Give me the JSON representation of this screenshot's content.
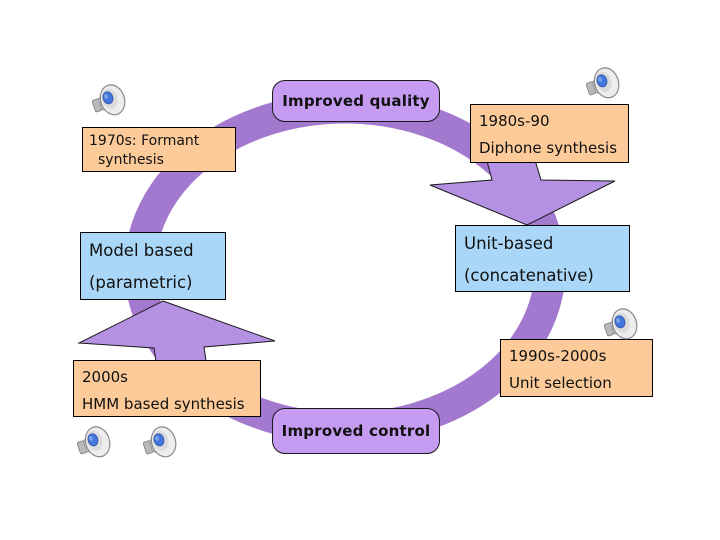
{
  "slide": {
    "colors": {
      "ring": "#A279CE",
      "arrow_fill": "#B591E4",
      "era_box_fill": "#FCCB99",
      "method_box_fill": "#AAD6F7",
      "quality_box_fill": "#C59CF1",
      "text": "#111111"
    },
    "nodes": {
      "improved_quality": {
        "label": "Improved quality"
      },
      "improved_control": {
        "label": "Improved control"
      },
      "era_1970s": {
        "line1": "1970s: Formant",
        "line2": "synthesis"
      },
      "era_1980s": {
        "line1": "1980s-90",
        "line2": "Diphone synthesis"
      },
      "era_1990s": {
        "line1": "1990s-2000s",
        "line2": "Unit selection"
      },
      "era_2000s": {
        "line1": "2000s",
        "line2": "HMM based synthesis"
      },
      "model_based": {
        "line1": "Model based",
        "line2": "(parametric)"
      },
      "unit_based": {
        "line1": "Unit-based",
        "line2": "(concatenative)"
      }
    },
    "icons": {
      "speaker": "sound-speaker-icon",
      "count": 5
    }
  }
}
